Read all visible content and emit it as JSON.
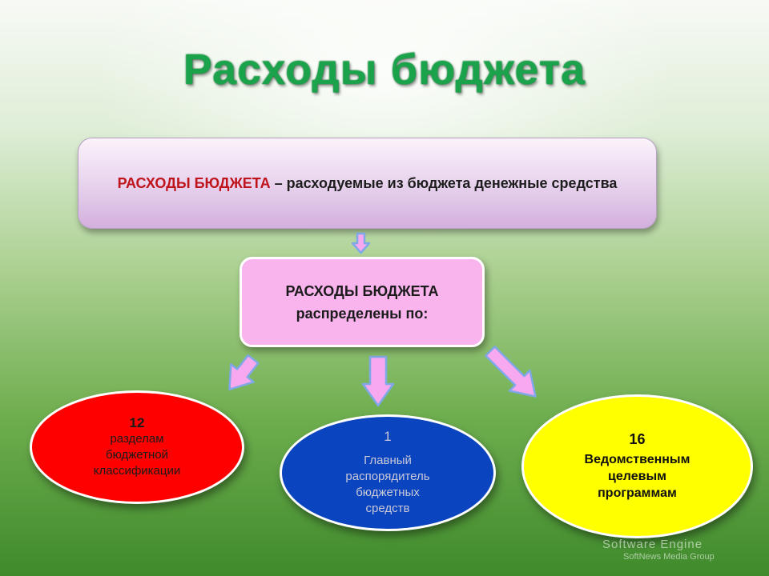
{
  "title": "Расходы бюджета",
  "definition": {
    "term": "РАСХОДЫ БЮДЖЕТА",
    "text": " – расходуемые из бюджета денежные средства"
  },
  "distribution": {
    "line1": "РАСХОДЫ БЮДЖЕТА",
    "line2": "распределены по:"
  },
  "branches": [
    {
      "number": "12",
      "lines": [
        "разделам",
        "бюджетной",
        "классификации"
      ],
      "color": "#ff0000"
    },
    {
      "number": "1",
      "lines": [
        "Главный",
        "распорядитель",
        "бюджетных",
        "средств"
      ],
      "color": "#0a44be"
    },
    {
      "number": "16",
      "lines": [
        "Ведомственным",
        "целевым",
        "программам"
      ],
      "color": "#ffff00"
    }
  ],
  "watermark": {
    "line1": "Software Engine",
    "line2": "SoftNews Media Group"
  }
}
